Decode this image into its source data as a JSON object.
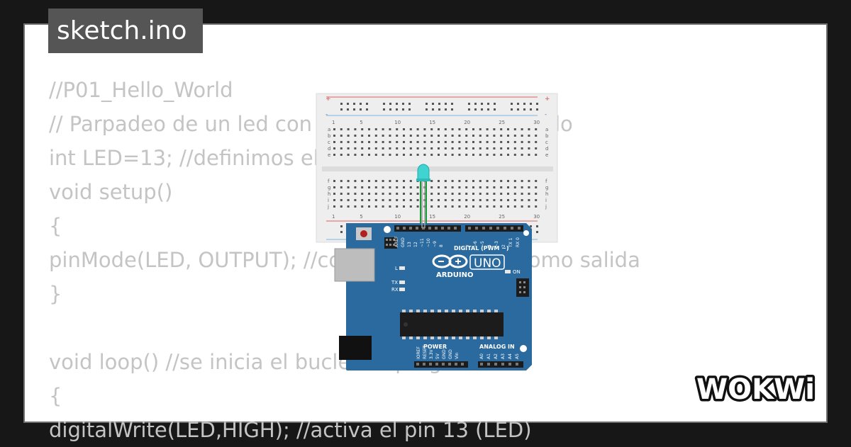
{
  "filename": "sketch.ino",
  "code_lines": [
    "//P01_Hello_World",
    "// Parpadeo de un led con un retardo de 1 segundo",
    "int LED=13; //definimos el pin 13",
    "void setup()",
    "{",
    "pinMode(LED, OUTPUT); //configura el pin 13 como salida",
    "}",
    "",
    "void loop() //se inicia el bucle del programa",
    "{",
    "digitalWrite(LED,HIGH); //activa el pin 13 (LED)"
  ],
  "board": {
    "label_digital": "DIGITAL (PWM ~)",
    "label_power": "POWER",
    "label_analog": "ANALOG IN",
    "logo": "ARDUINO",
    "model": "UNO",
    "led_l": "L",
    "led_tx": "TX",
    "led_rx": "RX",
    "led_on": "ON",
    "top_pins": [
      "AREF",
      "GND",
      "13",
      "12",
      "~11",
      "~10",
      "~9",
      "8",
      "7",
      "~6",
      "~5",
      "4",
      "~3",
      "2",
      "TX 1",
      "RX 0"
    ],
    "bottom_pins": [
      "IOREF",
      "RESET",
      "3.3V",
      "5V",
      "GND",
      "GND",
      "Vin",
      "A0",
      "A1",
      "A2",
      "A3",
      "A4",
      "A5"
    ]
  },
  "breadboard": {
    "col_numbers": [
      "1",
      "5",
      "10",
      "15",
      "20",
      "25",
      "30"
    ],
    "rows_top": [
      "a",
      "b",
      "c",
      "d",
      "e"
    ],
    "rows_bottom": [
      "f",
      "g",
      "h",
      "i",
      "j"
    ],
    "plus": "+",
    "minus": "-"
  },
  "brand": "WOKWi",
  "colors": {
    "board": "#2a6a9e",
    "led": "#3fd3d1",
    "wire": "#1f9a3a",
    "tab": "#555555",
    "background": "#171717"
  }
}
